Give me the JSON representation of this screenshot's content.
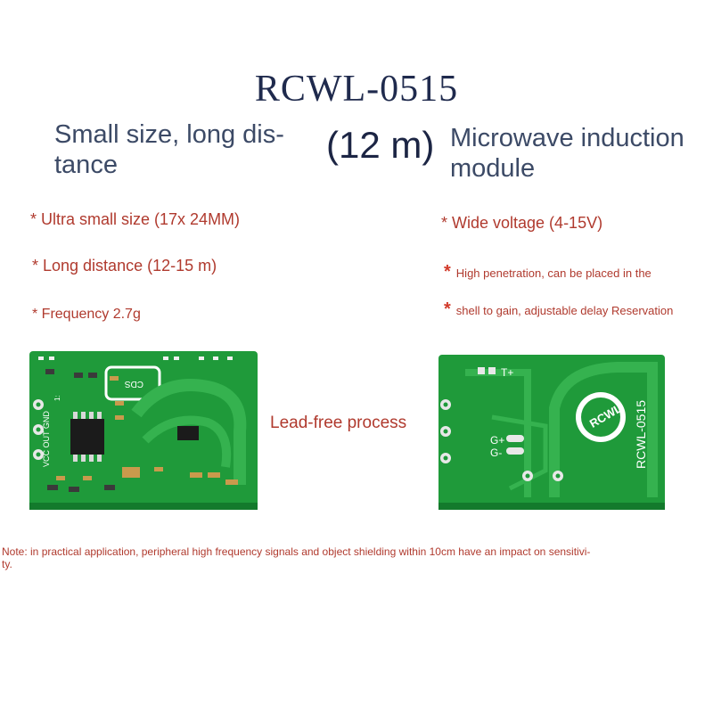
{
  "title": "RCWL-0515",
  "subtitle": {
    "left": "Small size, long dis-\ntance",
    "middle": "(12 m)",
    "right": "Microwave induction\nmodule"
  },
  "features_left": [
    "* Ultra small size (17x 24MM)",
    "* Long distance (12-15 m)",
    "* Frequency 2.7g"
  ],
  "features_right": {
    "voltage": "* Wide voltage (4-15V)",
    "penetration_star": "*",
    "penetration": "High penetration, can be placed in the",
    "shell_star": "*",
    "shell": "shell to gain, adjustable delay Reservation"
  },
  "lead_free": "Lead-free process",
  "note": "Note: in practical application, peripheral high frequency signals and object shielding within 10cm have an impact on sensitivi-\nty.",
  "board_front": {
    "pin_label": "VCC OUT GND",
    "cds_label": "CDS",
    "extra_label": "1:"
  },
  "board_back": {
    "model_label": "RCWL-0515",
    "logo_label": "RCWL",
    "t_label": "T+",
    "g_plus_label": "G+",
    "g_minus_label": "G-"
  },
  "colors": {
    "pcb": "#1f9a3a",
    "pcb_dark": "#137a2c",
    "trace": "#35b24f",
    "accent_red": "#b03a2e",
    "title": "#1f2a4d"
  }
}
